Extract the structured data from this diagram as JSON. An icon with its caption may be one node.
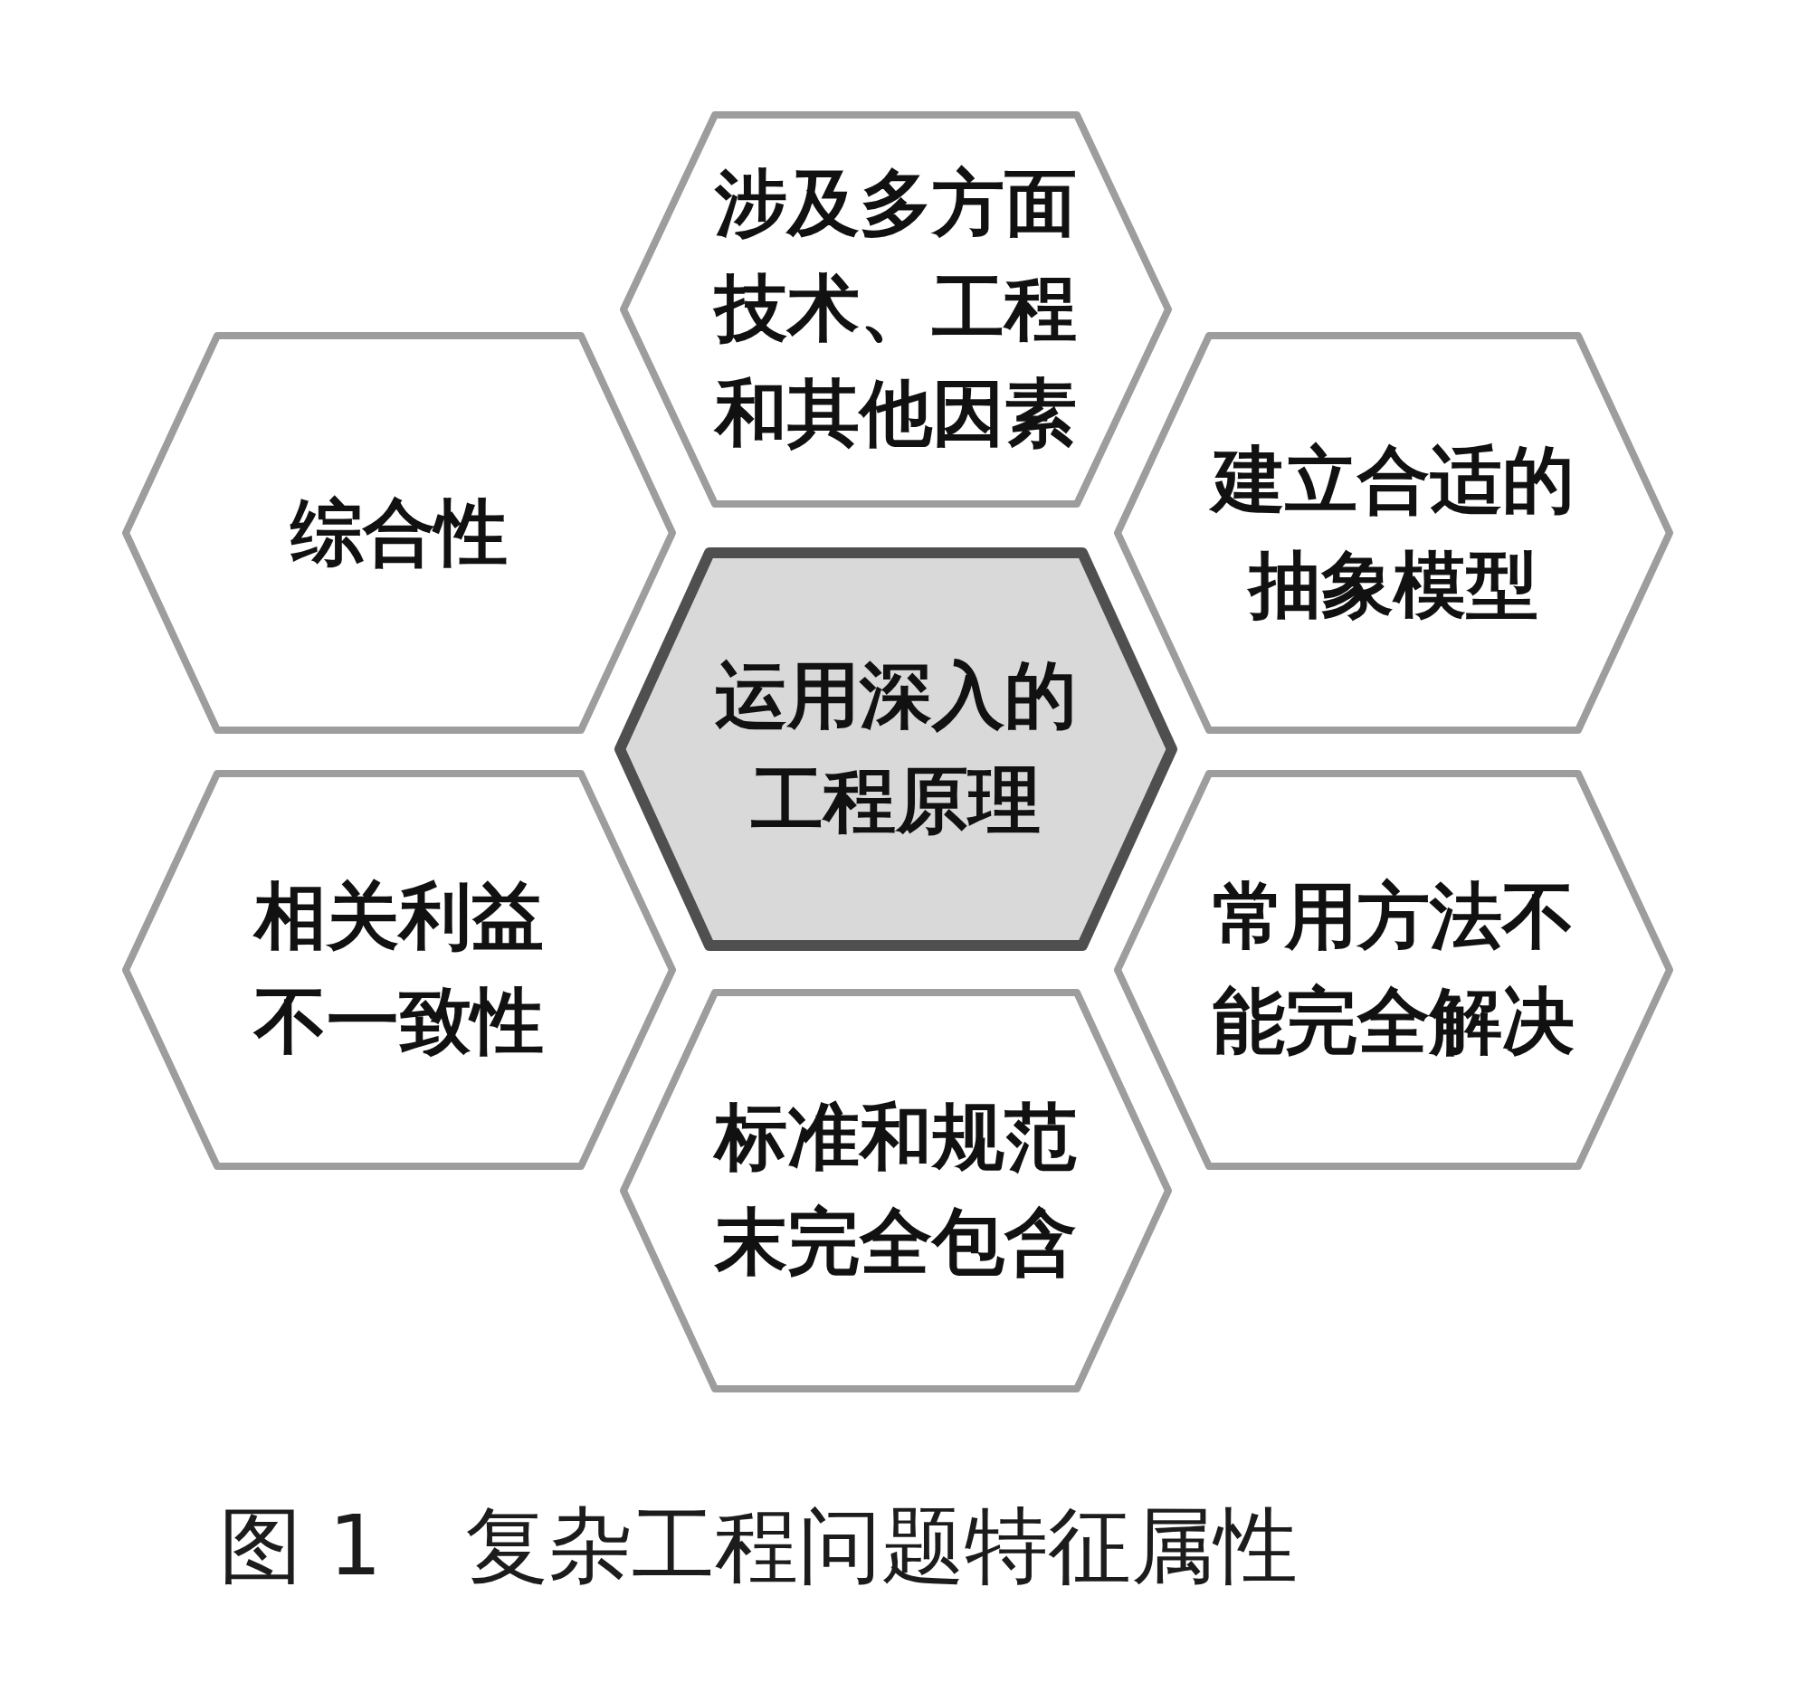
{
  "diagram": {
    "caption": "图 1　复杂工程问题特征属性",
    "nodes": [
      {
        "text": [
          "涉及多方面技术、工程和其他因素"
        ]
      },
      {
        "text": [
          "综合性"
        ]
      },
      {
        "text": [
          "建立合适的抽象模型"
        ]
      },
      {
        "text": [
          "运用深入的工程原理"
        ]
      },
      {
        "text": [
          "相关利益不一致性"
        ]
      },
      {
        "text": [
          "常用方法不能完全解决"
        ]
      },
      {
        "text": [
          "标准和规范末完全包含"
        ]
      }
    ]
  }
}
